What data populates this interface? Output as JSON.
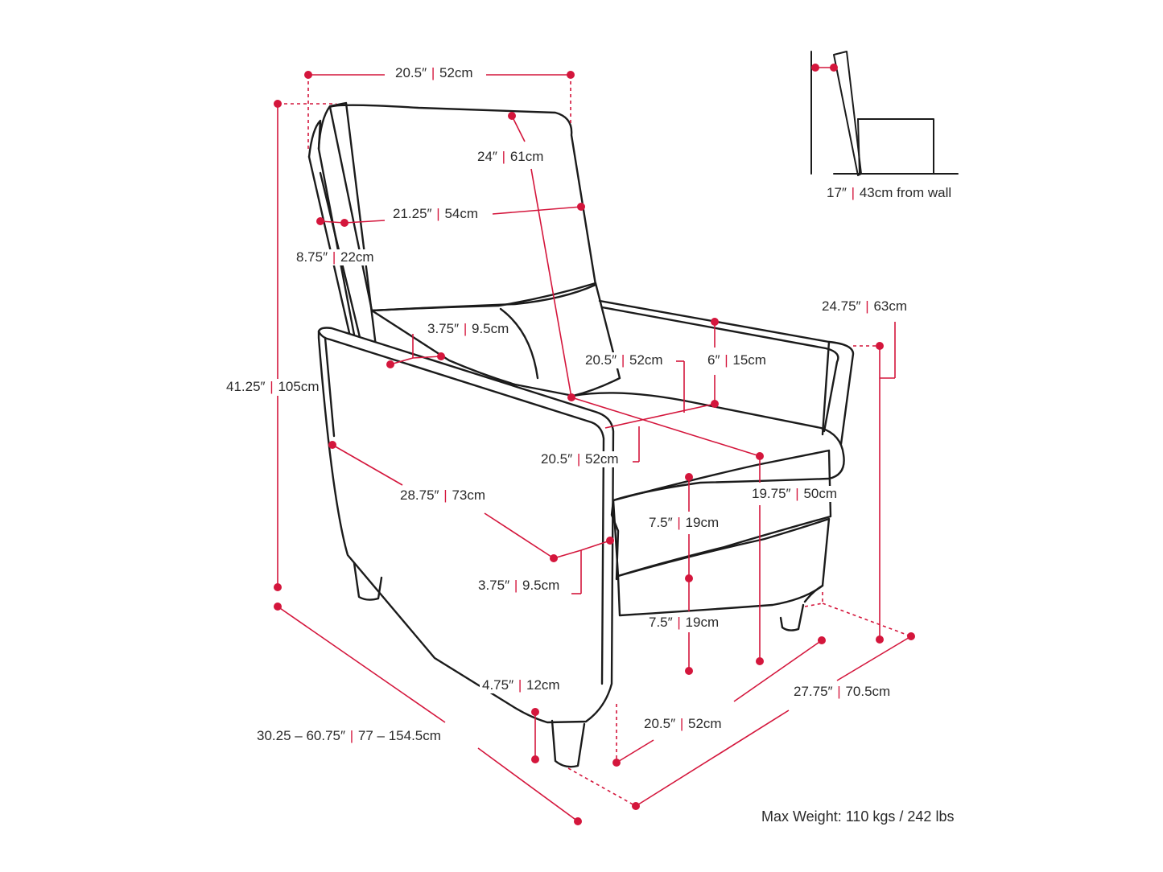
{
  "sep": "|",
  "dims": {
    "top_width": {
      "imp": "20.5″",
      "met": "52cm"
    },
    "back_height": {
      "imp": "24″",
      "met": "61cm"
    },
    "back_width": {
      "imp": "21.25″",
      "met": "54cm"
    },
    "back_thickness": {
      "imp": "8.75″",
      "met": "22cm"
    },
    "arm_width": {
      "imp": "3.75″",
      "met": "9.5cm"
    },
    "total_height": {
      "imp": "41.25″",
      "met": "105cm"
    },
    "seat_depth": {
      "imp": "20.5″",
      "met": "52cm"
    },
    "cushion_height": {
      "imp": "6″",
      "met": "15cm"
    },
    "arm_height": {
      "imp": "24.75″",
      "met": "63cm"
    },
    "seat_width": {
      "imp": "20.5″",
      "met": "52cm"
    },
    "arm_length": {
      "imp": "28.75″",
      "met": "73cm"
    },
    "seat_height": {
      "imp": "19.75″",
      "met": "50cm"
    },
    "footrest_upper": {
      "imp": "7.5″",
      "met": "19cm"
    },
    "footrest_lower": {
      "imp": "7.5″",
      "met": "19cm"
    },
    "arm_front_width": {
      "imp": "3.75″",
      "met": "9.5cm"
    },
    "leg_height": {
      "imp": "4.75″",
      "met": "12cm"
    },
    "depth_range": {
      "imp": "30.25 – 60.75″",
      "met": "77 – 154.5cm"
    },
    "front_width": {
      "imp": "20.5″",
      "met": "52cm"
    },
    "overall_width": {
      "imp": "27.75″",
      "met": "70.5cm"
    },
    "wall_clearance": {
      "imp": "17″",
      "met": "43cm from wall"
    }
  },
  "max_weight": "Max Weight: 110 kgs / 242 lbs",
  "colors": {
    "accent": "#d4163c",
    "line": "#1b1b1b",
    "text": "#2a2a2a"
  }
}
